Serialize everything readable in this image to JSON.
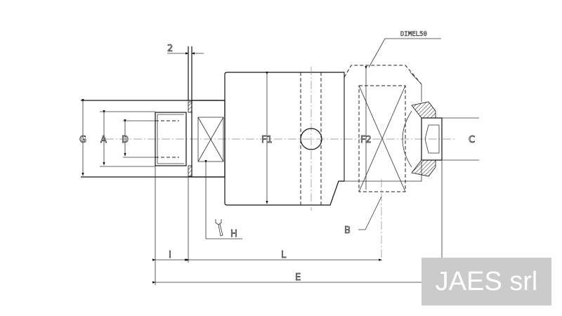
{
  "drawing": {
    "labels": {
      "G": "G",
      "A": "A",
      "D": "D",
      "F1": "F1",
      "F2": "F2",
      "C": "C",
      "two": "2",
      "H": "H",
      "B": "B",
      "I": "I",
      "L": "L",
      "E": "E",
      "dimel": "DIMEL50"
    },
    "icons": {
      "wrench": "wrench-icon"
    }
  },
  "logo": {
    "text": "JAES srl",
    "background": "#cbcbcb"
  }
}
